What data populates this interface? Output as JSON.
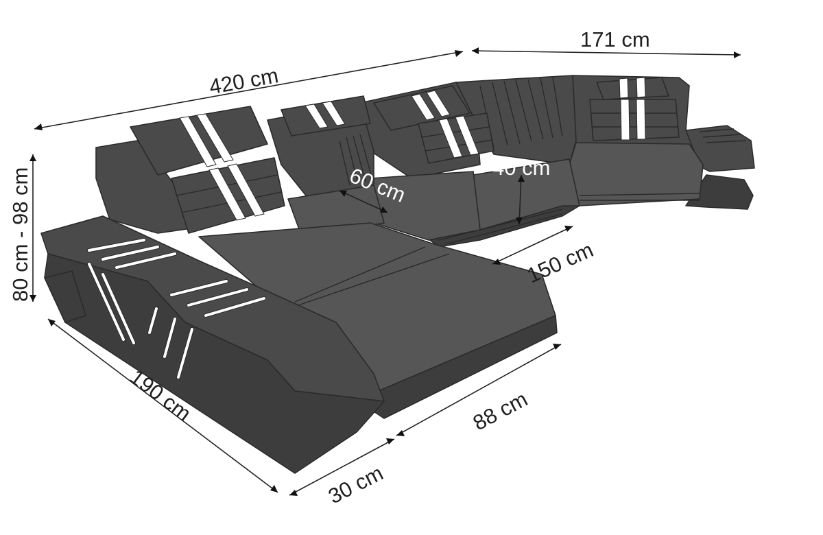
{
  "diagram": {
    "dimensions": {
      "total_width": "420 cm",
      "right_width": "171 cm",
      "height": "80 cm - 98 cm",
      "seat_depth": "60 cm",
      "seat_height": "40 cm",
      "right_depth": "150 cm",
      "chaise_length": "190 cm",
      "chaise_width": "88 cm",
      "arm_width": "30 cm"
    },
    "colors": {
      "upholstery": "#4a4a4a",
      "accent_stripes": "#ffffff",
      "dimension_lines": "#222222"
    }
  }
}
